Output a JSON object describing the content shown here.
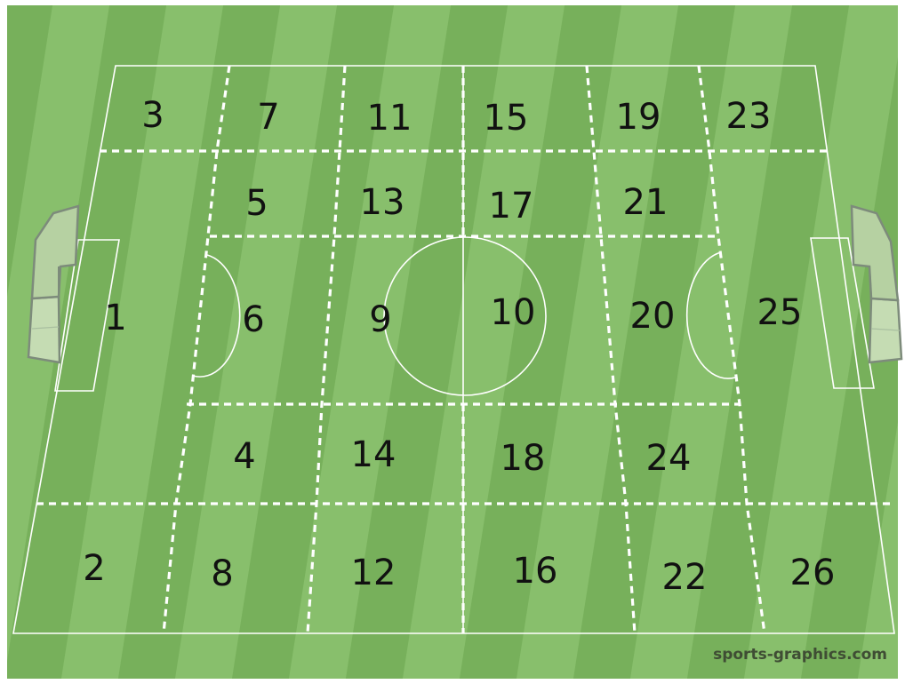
{
  "pitch": {
    "title": "",
    "colors": {
      "stripe_light": "#88bf6c",
      "stripe_dark": "#77b05b",
      "lines": "#ffffff",
      "goal_net": "#c5dcb3"
    }
  },
  "zones": [
    {
      "id": "z1",
      "label": "1"
    },
    {
      "id": "z2",
      "label": "2"
    },
    {
      "id": "z3",
      "label": "3"
    },
    {
      "id": "z4",
      "label": "4"
    },
    {
      "id": "z5",
      "label": "5"
    },
    {
      "id": "z6",
      "label": "6"
    },
    {
      "id": "z7",
      "label": "7"
    },
    {
      "id": "z8",
      "label": "8"
    },
    {
      "id": "z9",
      "label": "9"
    },
    {
      "id": "z10",
      "label": "10"
    },
    {
      "id": "z11",
      "label": "11"
    },
    {
      "id": "z12",
      "label": "12"
    },
    {
      "id": "z13",
      "label": "13"
    },
    {
      "id": "z14",
      "label": "14"
    },
    {
      "id": "z15",
      "label": "15"
    },
    {
      "id": "z16",
      "label": "16"
    },
    {
      "id": "z17",
      "label": "17"
    },
    {
      "id": "z18",
      "label": "18"
    },
    {
      "id": "z19",
      "label": "19"
    },
    {
      "id": "z20",
      "label": "20"
    },
    {
      "id": "z21",
      "label": "21"
    },
    {
      "id": "z22",
      "label": "22"
    },
    {
      "id": "z23",
      "label": "23"
    },
    {
      "id": "z24",
      "label": "24"
    },
    {
      "id": "z25",
      "label": "25"
    },
    {
      "id": "z26",
      "label": "26"
    }
  ],
  "watermark": "sports-graphics.com"
}
